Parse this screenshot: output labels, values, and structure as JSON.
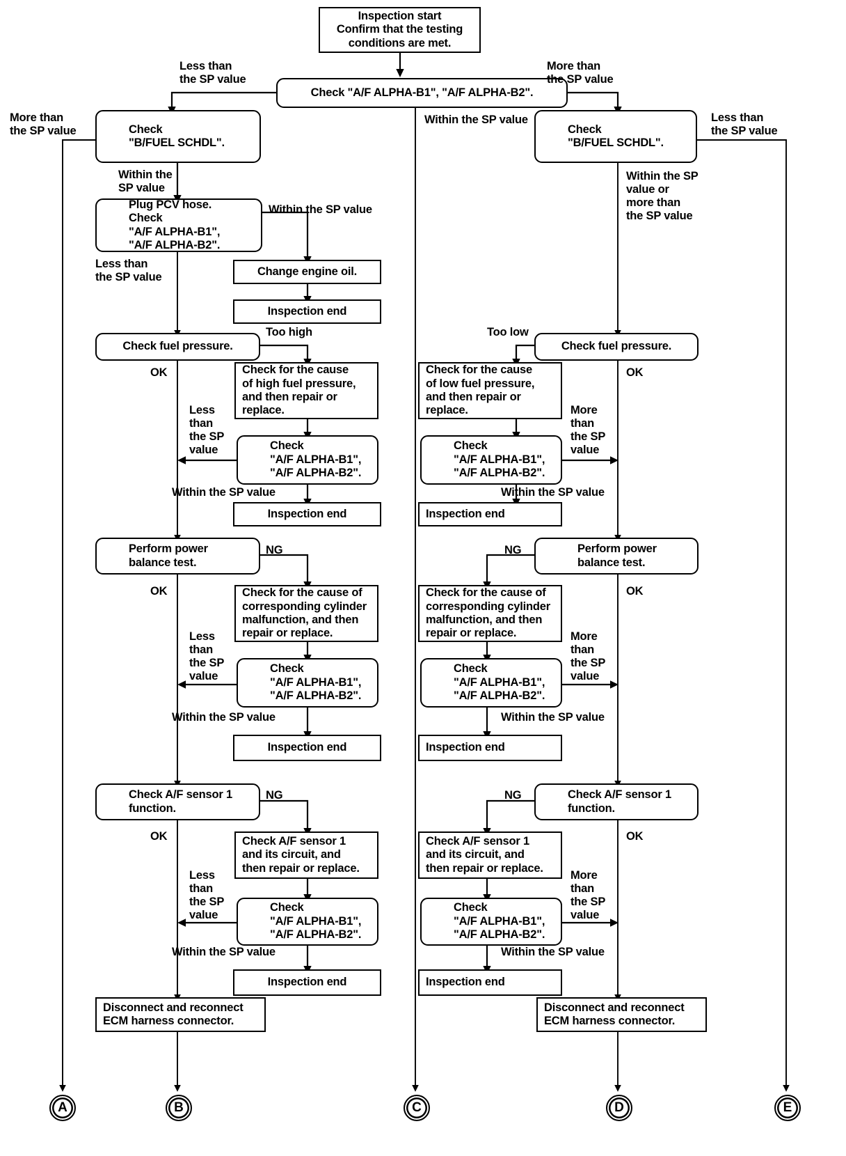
{
  "diagram": {
    "title": "A/F ALPHA diagnostic flowchart",
    "line_color": "#000000",
    "box_fill": "#ffffff"
  },
  "nodes": {
    "start": "Inspection start\nConfirm that the testing\nconditions are met.",
    "check_alpha_main": "Check \"A/F ALPHA-B1\", \"A/F ALPHA-B2\".",
    "bfuel_left": "Check\n\"B/FUEL SCHDL\".",
    "bfuel_right": "Check\n\"B/FUEL SCHDL\".",
    "pcv": "Plug PCV hose.\nCheck\n\"A/F ALPHA-B1\",\n\"A/F ALPHA-B2\".",
    "change_oil": "Change engine oil.",
    "end_oil": "Inspection end",
    "fuel_pressure_left": "Check fuel pressure.",
    "fuel_pressure_right": "Check fuel pressure.",
    "cause_high_fp": "Check for the cause\nof high fuel pressure,\nand then repair or\nreplace.",
    "cause_low_fp": "Check for the cause\nof low fuel pressure,\nand then repair or\nreplace.",
    "check_alpha_fp_left": "Check\n\"A/F ALPHA-B1\",\n\"A/F ALPHA-B2\".",
    "check_alpha_fp_right": "Check\n\"A/F ALPHA-B1\",\n\"A/F ALPHA-B2\".",
    "end_fp_left": "Inspection end",
    "end_fp_right": "Inspection end",
    "power_balance_left": "Perform power\nbalance test.",
    "power_balance_right": "Perform power\nbalance test.",
    "cause_cyl_left": "Check for the cause of\ncorresponding cylinder\nmalfunction, and then\nrepair or replace.",
    "cause_cyl_right": "Check for the cause of\ncorresponding cylinder\nmalfunction, and then\nrepair or replace.",
    "check_alpha_pb_left": "Check\n\"A/F ALPHA-B1\",\n\"A/F ALPHA-B2\".",
    "check_alpha_pb_right": "Check\n\"A/F ALPHA-B1\",\n\"A/F ALPHA-B2\".",
    "end_pb_left": "Inspection end",
    "end_pb_right": "Inspection end",
    "af_sensor_left": "Check A/F sensor 1\nfunction.",
    "af_sensor_right": "Check A/F sensor 1\nfunction.",
    "af_circuit_left": "Check A/F sensor 1\nand its circuit, and\nthen repair or replace.",
    "af_circuit_right": "Check A/F sensor 1\nand its circuit, and\nthen repair or replace.",
    "check_alpha_af_left": "Check\n\"A/F ALPHA-B1\",\n\"A/F ALPHA-B2\".",
    "check_alpha_af_right": "Check\n\"A/F ALPHA-B1\",\n\"A/F ALPHA-B2\".",
    "end_af_left": "Inspection end",
    "end_af_right": "Inspection end",
    "ecm_left": "Disconnect and reconnect\nECM harness connector.",
    "ecm_right": "Disconnect and reconnect\nECM harness connector."
  },
  "edge_labels": {
    "less_than_top_left": "Less than\nthe SP value",
    "more_than_top_right": "More than\nthe SP value",
    "more_than_far_left": "More than\nthe SP value",
    "less_than_far_right": "Less than\nthe SP value",
    "within_left": "Within the\nSP value",
    "within_center": "Within the SP value",
    "within_or_more_right": "Within the SP\nvalue or\nmore than\nthe SP value",
    "within_pcv": "Within the SP value",
    "less_than_pcv": "Less than\nthe SP value",
    "too_high": "Too high",
    "too_low": "Too low",
    "ok_fp_left": "OK",
    "ok_fp_right": "OK",
    "less_than_fp_left": "Less\nthan\nthe SP\nvalue",
    "more_than_fp_right": "More\nthan\nthe SP\nvalue",
    "within_fp_left": "Within the SP value",
    "within_fp_right": "Within the SP value",
    "ng_pb_left": "NG",
    "ng_pb_right": "NG",
    "ok_pb_left": "OK",
    "ok_pb_right": "OK",
    "less_than_pb_left": "Less\nthan\nthe SP\nvalue",
    "more_than_pb_right": "More\nthan\nthe SP\nvalue",
    "within_pb_left": "Within the SP value",
    "within_pb_right": "Within the SP value",
    "ng_af_left": "NG",
    "ng_af_right": "NG",
    "ok_af_left": "OK",
    "ok_af_right": "OK",
    "less_than_af_left": "Less\nthan\nthe SP\nvalue",
    "more_than_af_right": "More\nthan\nthe SP\nvalue",
    "within_af_left": "Within the SP value",
    "within_af_right": "Within the SP value"
  },
  "terminals": {
    "a": "A",
    "b": "B",
    "c": "C",
    "d": "D",
    "e": "E"
  }
}
